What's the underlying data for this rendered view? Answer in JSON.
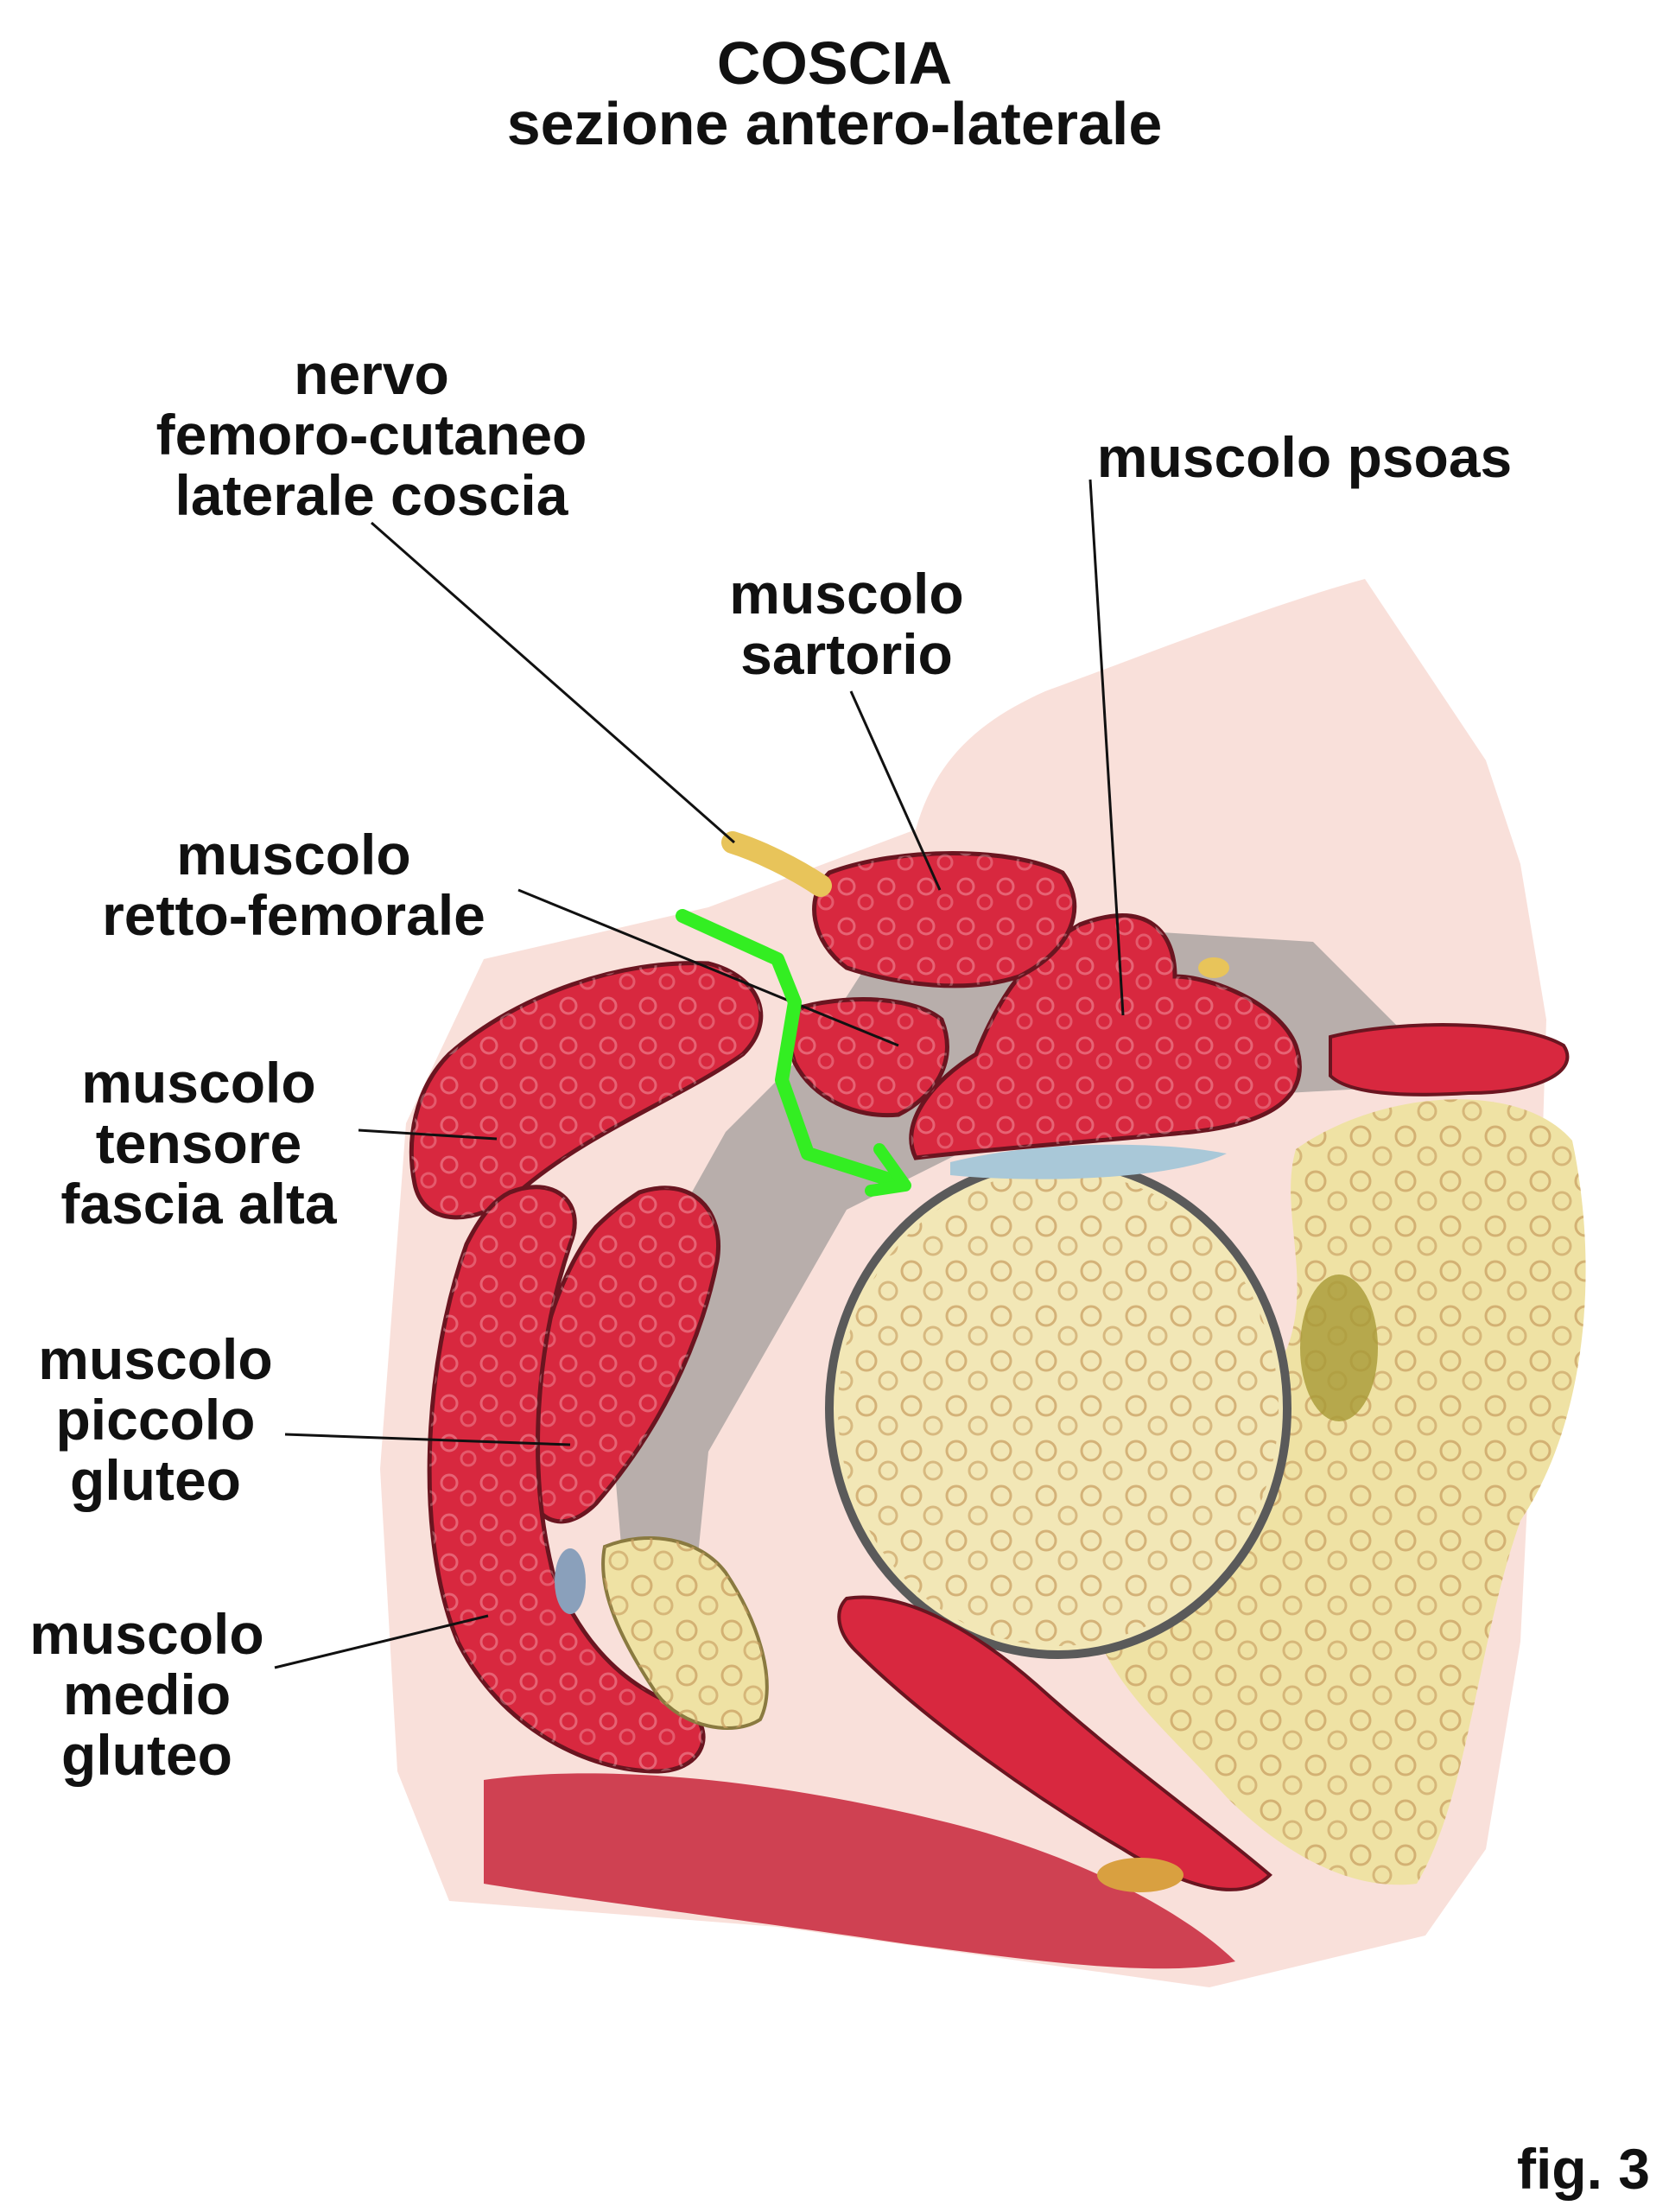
{
  "title": {
    "main": "COSCIA",
    "subtitle": "sezione antero-laterale"
  },
  "labels": {
    "nervo_femoro_cutaneo": [
      "nervo",
      "femoro-cutaneo",
      "laterale coscia"
    ],
    "psoas": [
      "muscolo psoas"
    ],
    "sartorio": [
      "muscolo",
      "sartorio"
    ],
    "retto_femorale": [
      "muscolo",
      "retto-femorale"
    ],
    "tensore_fascia": [
      "muscolo",
      "tensore",
      "fascia alta"
    ],
    "piccolo_gluteo": [
      "muscolo",
      "piccolo",
      "gluteo"
    ],
    "medio_gluteo": [
      "muscolo",
      "medio",
      "gluteo"
    ]
  },
  "figure_number": "fig. 3",
  "colors": {
    "muscle": "#d8283f",
    "muscle_light": "#f06478",
    "bone": "#efe2a4",
    "bone_dark": "#d9b96a",
    "skin": "#f4c7bc",
    "fascia_grey": "#7d7d7d",
    "cartilage_blue": "#a9c8d8",
    "nerve_yellow": "#e8c45a",
    "arrow_green": "#33ee22"
  }
}
